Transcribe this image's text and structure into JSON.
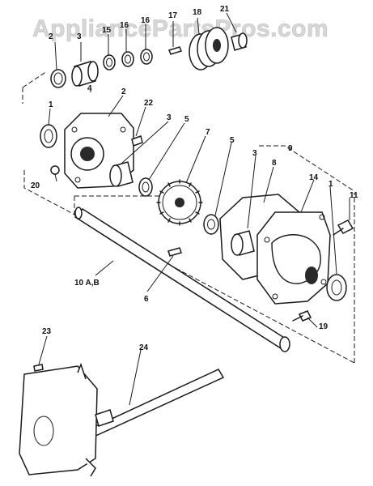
{
  "watermark": "AppliancePartsPros.com",
  "callouts": {
    "c1a": "1",
    "c1b": "1",
    "c2a": "2",
    "c2b": "2",
    "c3a": "3",
    "c3b": "3",
    "c4": "4",
    "c5a": "5",
    "c5b": "5",
    "c6": "6",
    "c7": "7",
    "c8": "8",
    "c9": "9",
    "c10": "10 A,B",
    "c11": "11",
    "c14": "14",
    "c15": "15",
    "c16": "16",
    "c17": "17",
    "c18": "18",
    "c19": "19",
    "c20": "20",
    "c21": "21",
    "c22": "22",
    "c23": "23",
    "c24": "24"
  }
}
